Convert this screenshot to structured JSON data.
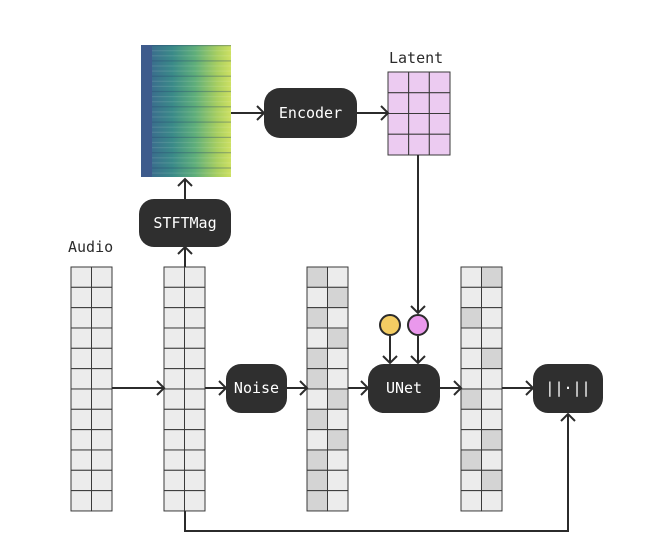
{
  "labels": {
    "audio": "Audio",
    "latent": "Latent"
  },
  "nodes": {
    "stft": "STFTMag",
    "encoder": "Encoder",
    "noise": "Noise",
    "unet": "UNet",
    "norm": "||·||"
  },
  "colors": {
    "node_fill": "#2f2f2f",
    "latent_fill": "#eccbf1",
    "cell_light": "#ececec",
    "cell_dark": "#d4d4d4",
    "condition_yellow": "#f4cd63",
    "condition_pink": "#ea98ec"
  }
}
